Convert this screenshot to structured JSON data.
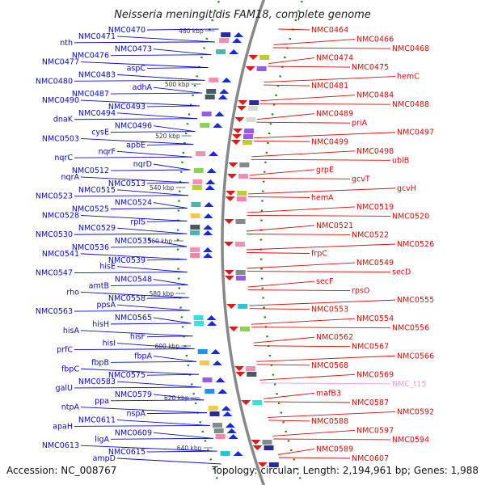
{
  "header": {
    "title": "Neisseria meningitidis FAM18, complete genome"
  },
  "footer": {
    "accession": "Accession: NC_008767",
    "topology": "Topology: circular; Length: 2,194,961 bp; Genes: 1,988"
  },
  "scale_ticks": [
    "480 kbp",
    "500 kbp",
    "520 kbp",
    "540 kbp",
    "560 kbp",
    "580 kbp",
    "600 kbp",
    "620 kbp",
    "640 kbp"
  ],
  "genes_left": [
    "NMC0470",
    "NMC0471",
    "nth",
    "NMC0473",
    "NMC0476",
    "NMC0477",
    "aspC",
    "NMC0483",
    "NMC0480",
    "adhA",
    "NMC0487",
    "NMC0490",
    "NMC0493",
    "NMC0494",
    "dnaK",
    "NMC0496",
    "cysE",
    "NMC0503",
    "apbE",
    "nqrF",
    "nqrC",
    "nqrD",
    "NMC0512",
    "nqrA",
    "NMC0513",
    "NMC0515",
    "NMC0523",
    "NMC0524",
    "NMC0525",
    "NMC0528",
    "rplS",
    "NMC0529",
    "NMC0530",
    "NMC0535",
    "NMC0536",
    "NMC0541",
    "NMC0539",
    "hisE",
    "NMC0547",
    "NMC0548",
    "amtB",
    "rho",
    "NMC0558",
    "ppsA",
    "NMC0563",
    "NMC0565",
    "hisH",
    "hisA",
    "hisF",
    "hisI",
    "prfC",
    "fbpA",
    "fbpB",
    "fbpC",
    "NMC0575",
    "NMC0583",
    "galU",
    "NMC0579",
    "ppa",
    "ntpA",
    "nspA",
    "NMC0611",
    "apaH",
    "NMC0609",
    "ligA",
    "NMC0613",
    "NMC0615",
    "ampD"
  ],
  "genes_right": [
    "NMC0464",
    "NMC0466",
    "NMC0468",
    "NMC0474",
    "NMC0475",
    "hemC",
    "NMC0481",
    "NMC0484",
    "NMC0488",
    "NMC0489",
    "priA",
    "NMC0497",
    "NMC0499",
    "NMC0498",
    "ubiB",
    "grpE",
    "gcvT",
    "gcvH",
    "hemA",
    "NMC0519",
    "NMC0520",
    "NMC0521",
    "NMC0522",
    "NMC0526",
    "frpC",
    "NMC0549",
    "secD",
    "secF",
    "rpsO",
    "NMC0555",
    "NMC0553",
    "NMC0554",
    "NMC0556",
    "NMC0562",
    "NMC0567",
    "NMC0566",
    "NMC0568",
    "NMC0569",
    "NMC_t15",
    "mafB3",
    "NMC0587",
    "NMC0592",
    "NMC0588",
    "NMC0597",
    "NMC0594",
    "NMC0589",
    "NMC0607"
  ],
  "colors": {
    "forward_label": "#0a0ad2",
    "reverse_label": "#dc0a0a",
    "rna_label": "#e39ae3",
    "backbone": "#888888",
    "tick": "#1a8a1a"
  }
}
